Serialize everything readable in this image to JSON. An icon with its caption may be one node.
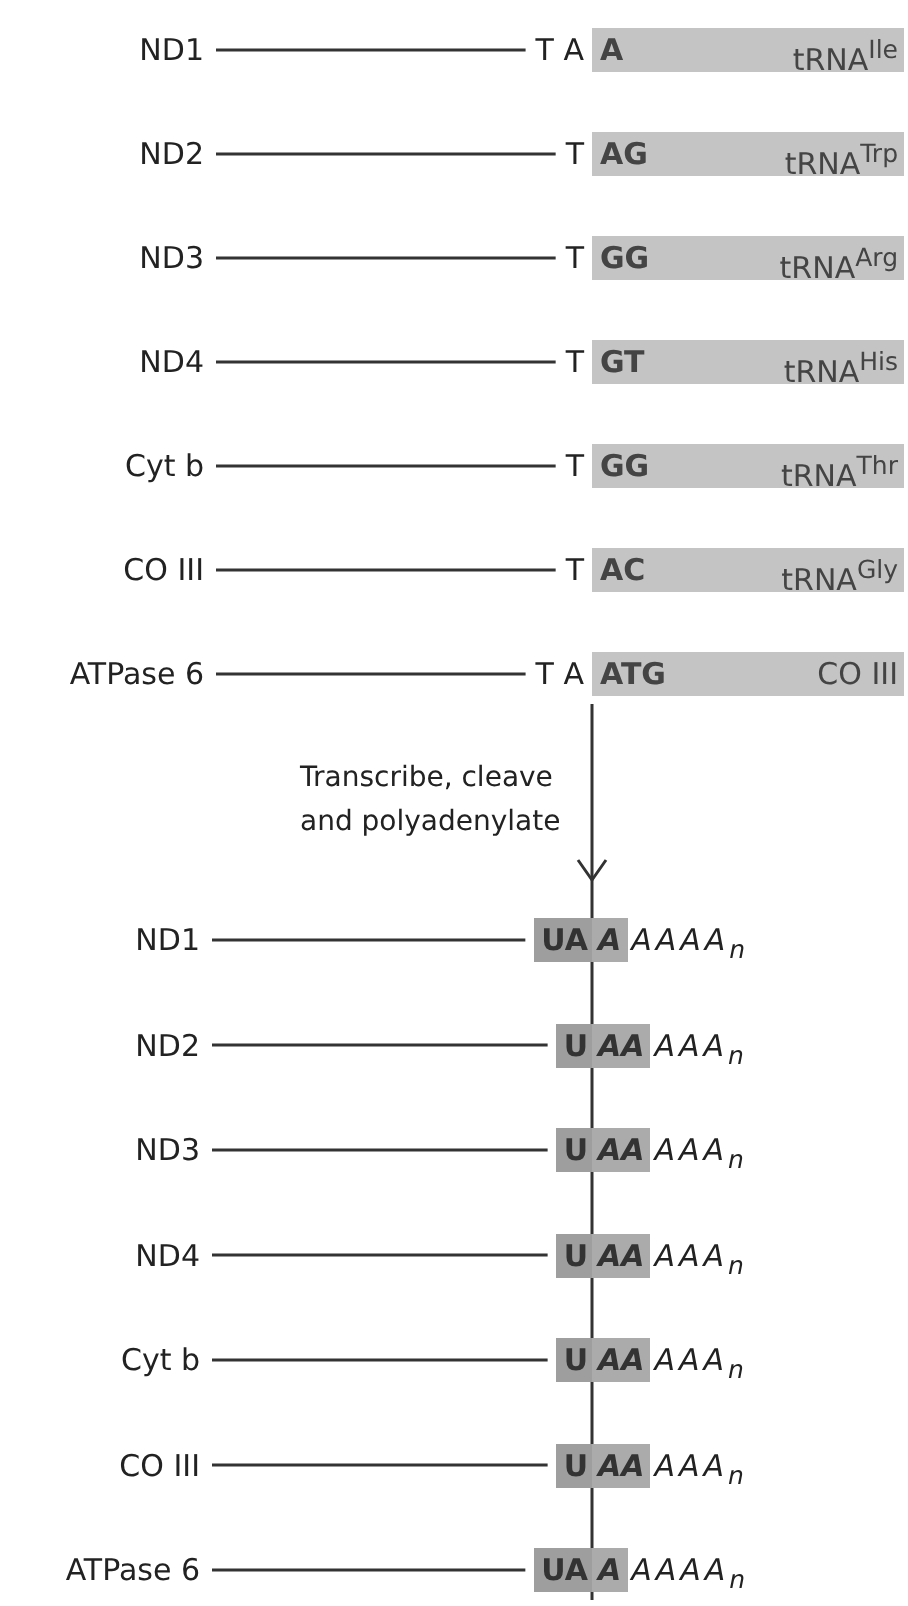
{
  "diagram": {
    "labels": [
      "ND1",
      "T A",
      "A",
      "tRNA$^{Ile}$",
      "ND2",
      "T",
      "AG",
      "tRNA$^{Trp}$",
      "ND3",
      "T",
      "GG",
      "tRNA$^{Arg}$",
      "ND4",
      "T",
      "GT",
      "tRNA$^{His}$",
      "Cyt b",
      "T",
      "GG",
      "tRNA$^{Thr}$",
      "CO III",
      "T",
      "AC",
      "tRNA$^{Gly}$",
      "ATPase 6",
      "T A",
      "ATG",
      "CO III",
      "Transcribe, cleave and polyadenylate",
      "ND1",
      "UA",
      "A",
      "AAAA$_{n}$",
      "ND2",
      "U",
      "AA",
      "AAA$_{n}$",
      "ND3",
      "U",
      "AA",
      "AAA$_{n}$",
      "ND4",
      "U",
      "AA",
      "AAA$_{n}$",
      "Cyt b",
      "U",
      "AA",
      "AAA$_{n}$",
      "CO III",
      "U",
      "AA",
      "AAA$_{n}$",
      "ATPase 6",
      "UA",
      "A",
      "AAAA$_{n}$"
    ]
  }
}
